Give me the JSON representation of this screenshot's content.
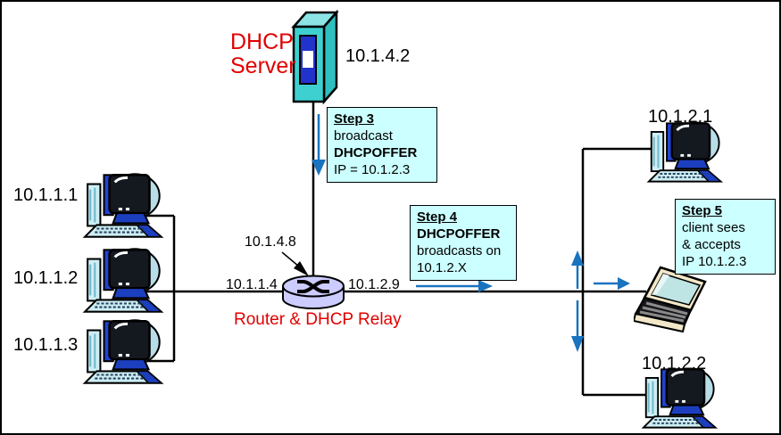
{
  "diagram_title": "DHCP relay network diagram",
  "colors": {
    "accent_red": "#e00000",
    "step_box_bg": "#ccffff",
    "arrow_blue": "#1a73bf",
    "server_cyan": "#3ed0d0",
    "router_lavender": "#ccccff",
    "line_black": "#000000"
  },
  "server": {
    "label_line1": "DHCP",
    "label_line2": "Server",
    "ip": "10.1.4.2"
  },
  "router": {
    "ip_above": "10.1.4.8",
    "ip_left": "10.1.1.4",
    "ip_right": "10.1.2.9",
    "label": "Router & DHCP Relay"
  },
  "left_clients": [
    {
      "ip": "10.1.1.1"
    },
    {
      "ip": "10.1.1.2"
    },
    {
      "ip": "10.1.1.3"
    }
  ],
  "right_clients": [
    {
      "ip": "10.1.2.1"
    },
    {
      "ip": "10.1.2.2"
    }
  ],
  "steps": [
    {
      "title": "Step 3",
      "lines": [
        {
          "text": "broadcast",
          "bold": false
        },
        {
          "text": "DHCPOFFER",
          "bold": true
        },
        {
          "text": "IP = 10.1.2.3",
          "bold": false
        }
      ]
    },
    {
      "title": "Step 4",
      "lines": [
        {
          "text": "DHCPOFFER",
          "bold": true
        },
        {
          "text": "broadcasts on",
          "bold": false
        },
        {
          "text": "10.1.2.X",
          "bold": false
        }
      ]
    },
    {
      "title": "Step 5",
      "lines": [
        {
          "text": "client sees",
          "bold": false
        },
        {
          "text": "& accepts",
          "bold": false
        },
        {
          "text": "IP 10.1.2.3",
          "bold": false
        }
      ]
    }
  ]
}
